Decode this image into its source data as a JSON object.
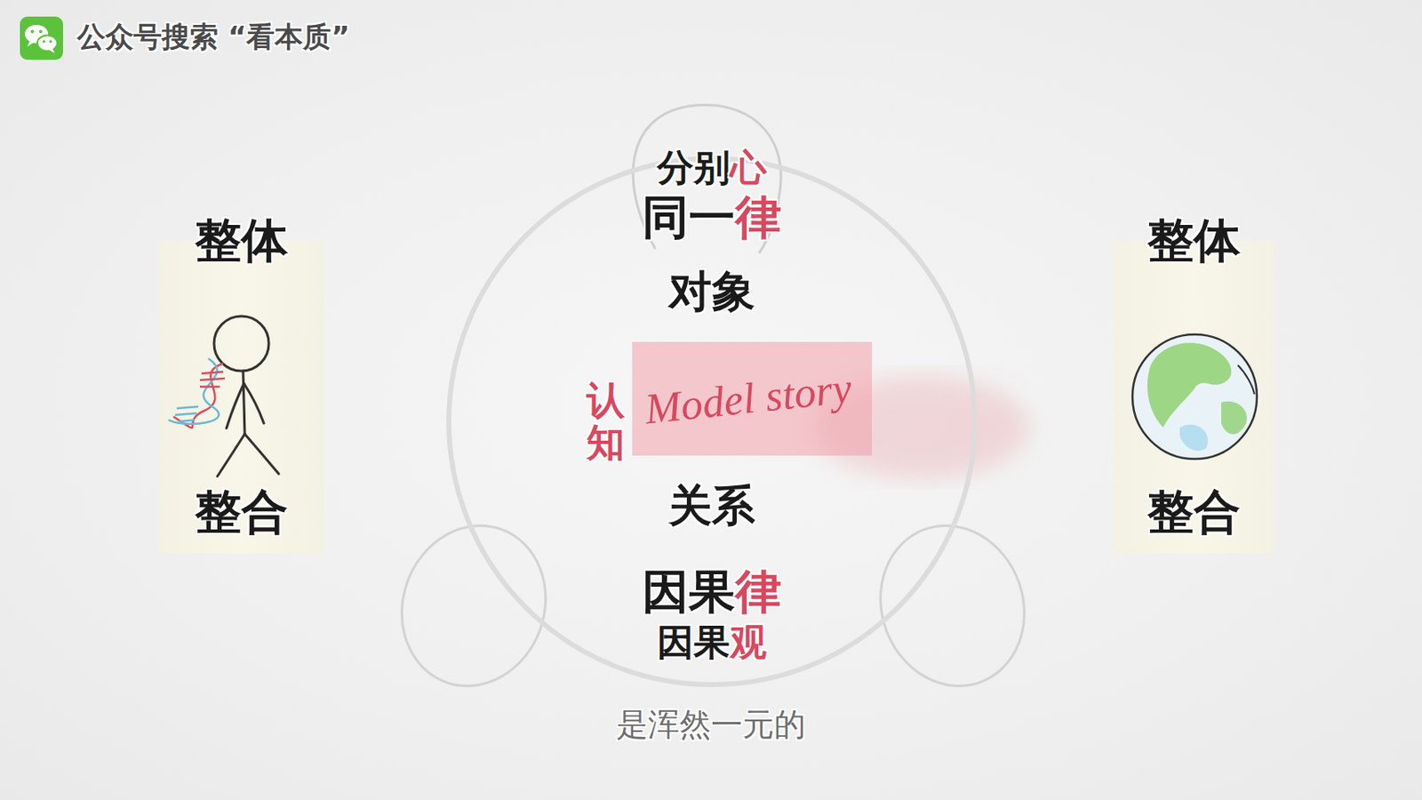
{
  "diagram": {
    "caption": "是浑然一元的",
    "nodes": [
      {
        "text": [
          "整体",
          "整合"
        ]
      },
      {
        "text": [
          "分别心",
          "同一律",
          "对象",
          "认知",
          "关系",
          "因果律",
          "因果观"
        ]
      },
      {
        "text": [
          "Model story"
        ],
        "in": 1
      },
      {
        "text": [
          "整体",
          "整合"
        ]
      }
    ],
    "edges": [],
    "labels": [
      "公众号搜索 “看本质”"
    ]
  }
}
